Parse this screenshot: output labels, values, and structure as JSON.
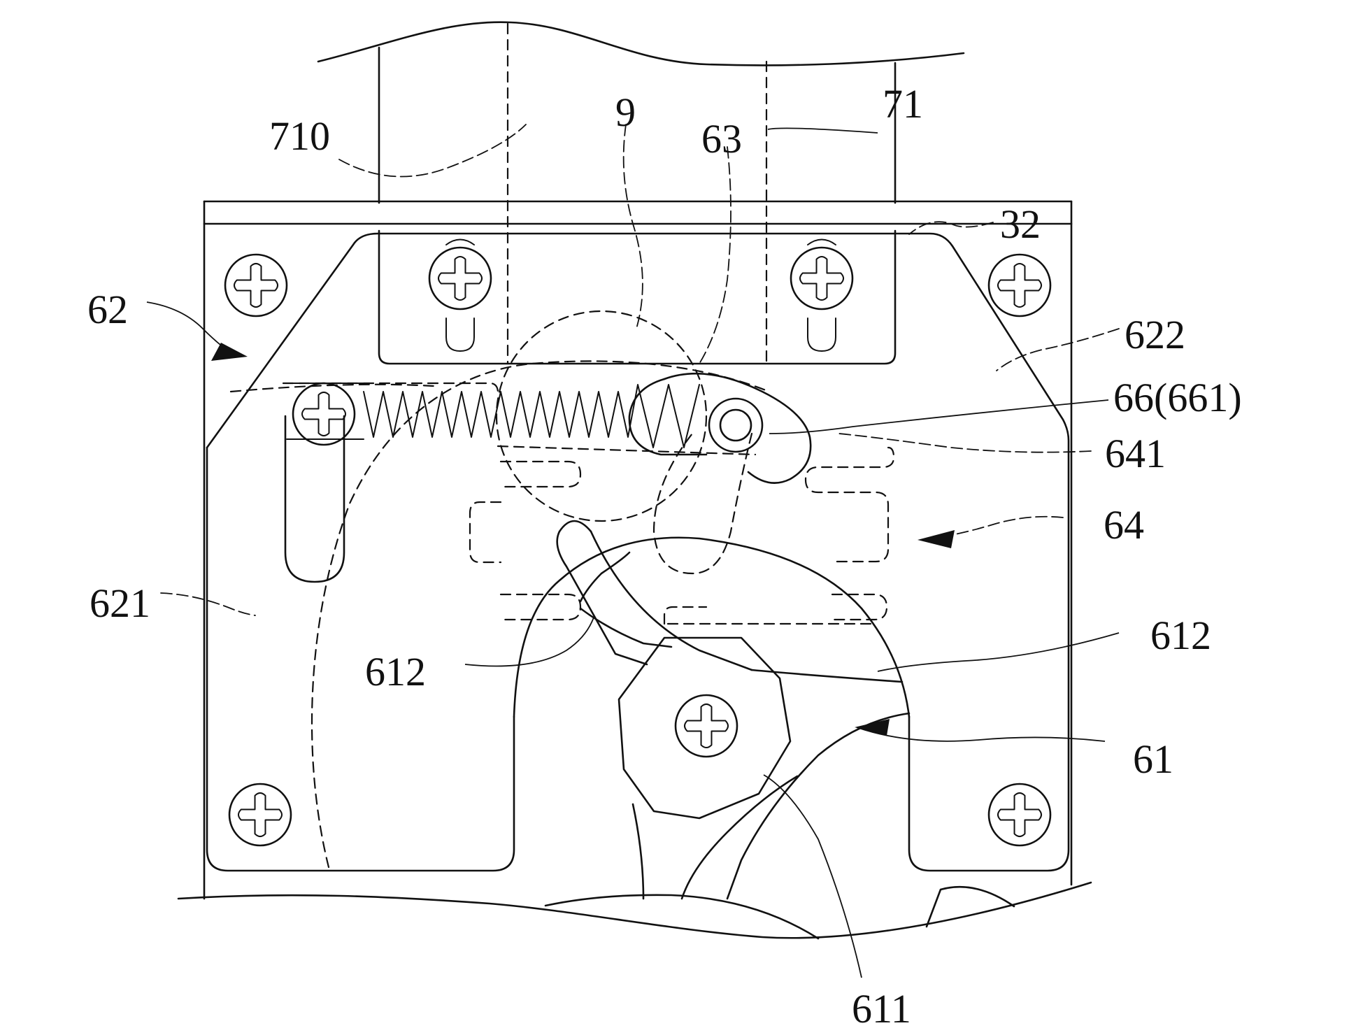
{
  "figure": {
    "labels": {
      "l710": "710",
      "l9": "9",
      "l63": "63",
      "l71": "71",
      "l32": "32",
      "l62": "62",
      "l622": "622",
      "l66": "66(661)",
      "l641": "641",
      "l64": "64",
      "l621": "621",
      "l612a": "612",
      "l612b": "612",
      "l61": "61",
      "l611": "611"
    }
  }
}
